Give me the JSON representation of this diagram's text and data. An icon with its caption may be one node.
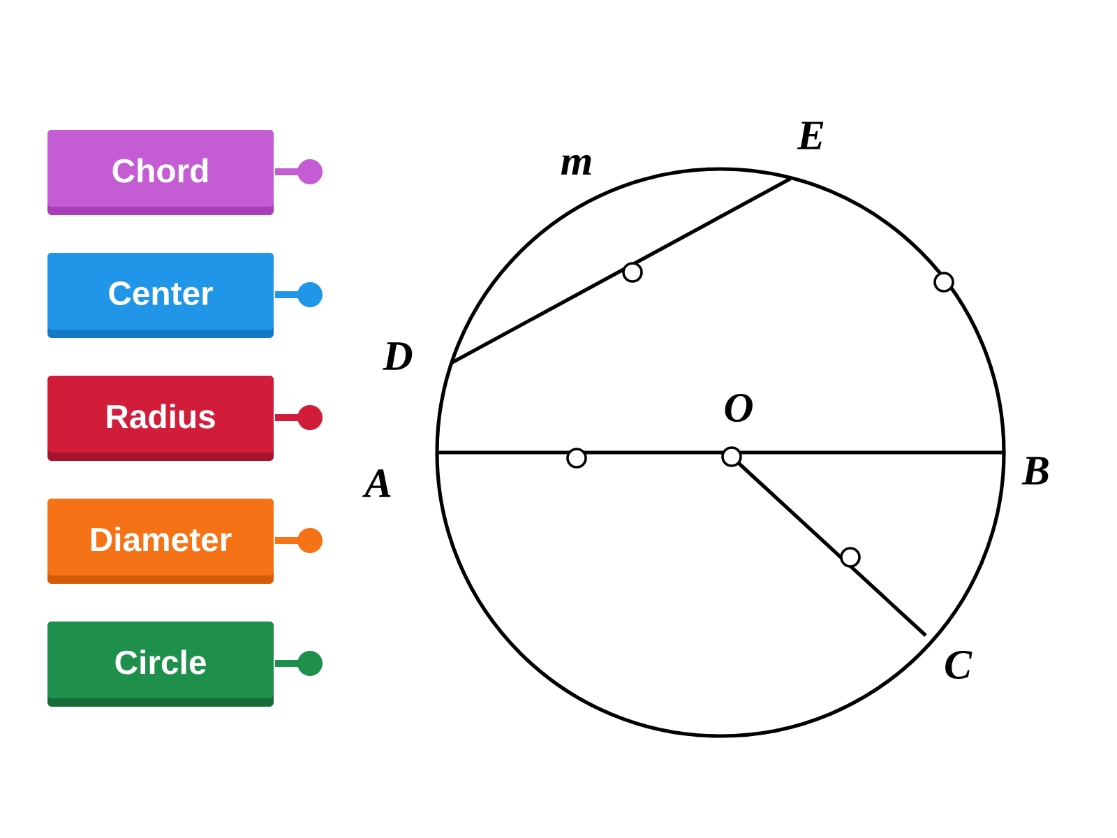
{
  "diagram": {
    "nodes": [
      {
        "text": [
          "Chord"
        ]
      },
      {
        "text": [
          "Center"
        ]
      },
      {
        "text": [
          "Radius"
        ]
      },
      {
        "text": [
          "Diameter"
        ]
      },
      {
        "text": [
          "Circle"
        ]
      }
    ],
    "labels": [
      "m",
      "E",
      "D",
      "O",
      "A",
      "B",
      "C"
    ]
  }
}
